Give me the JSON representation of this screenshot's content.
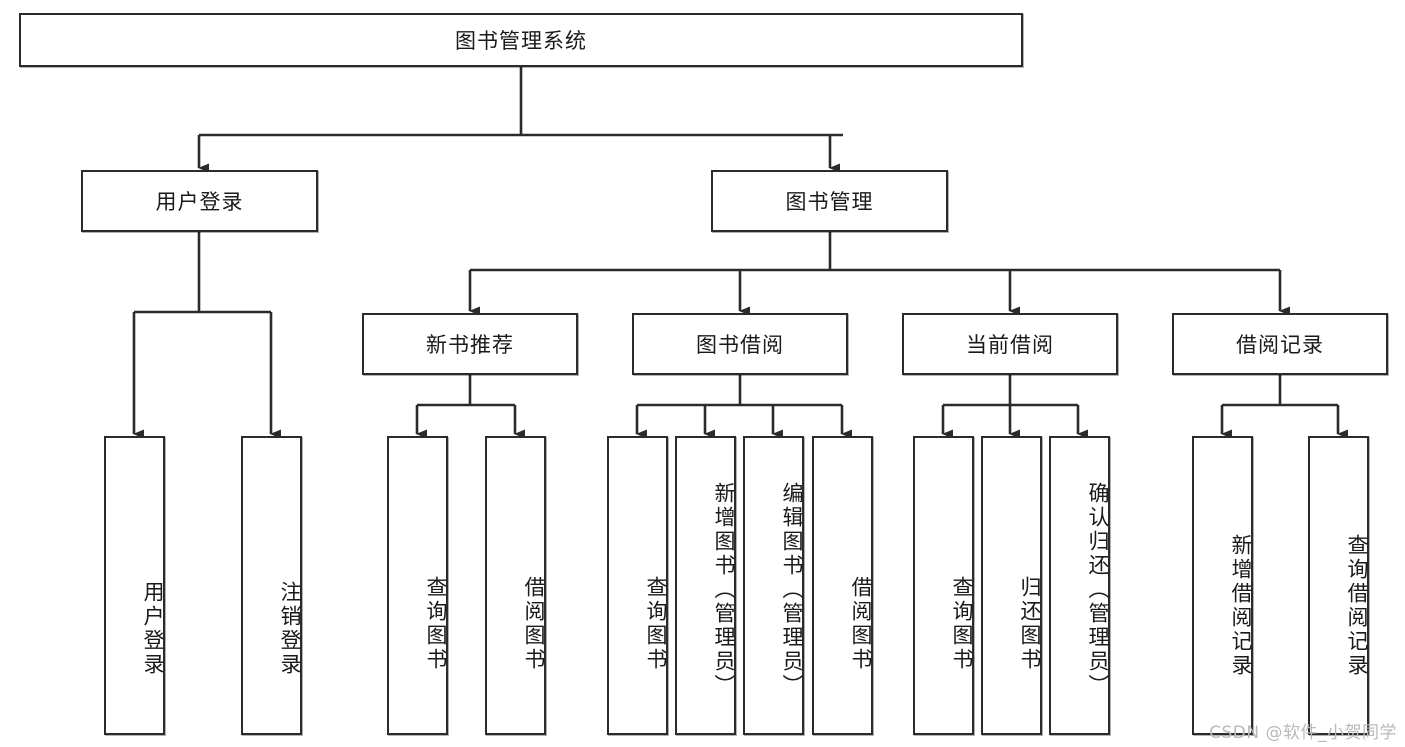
{
  "diagram": {
    "type": "tree",
    "title": "图书管理系统",
    "watermark": "CSDN @软件_小贺同学",
    "colors": {
      "border": "#2b2b2b",
      "background": "#ffffff",
      "text": "#1a1a1a",
      "watermark": "#b9b9b9"
    },
    "nodes": {
      "root": "图书管理系统",
      "user_login": "用户登录",
      "book_manage": "图书管理",
      "new_book_rec": "新书推荐",
      "book_borrow": "图书借阅",
      "current_borrow": "当前借阅",
      "borrow_record": "借阅记录",
      "leaf_user_login": "用户登录",
      "leaf_logout": "注销登录",
      "leaf_query_book_1": "查询图书",
      "leaf_borrow_book_1": "借阅图书",
      "leaf_query_book_2": "查询图书",
      "leaf_add_book": "新增图书（管理员）",
      "leaf_edit_book": "编辑图书（管理员）",
      "leaf_borrow_book_2": "借阅图书",
      "leaf_query_book_3": "查询图书",
      "leaf_return_book": "归还图书",
      "leaf_confirm_return": "确认归还（管理员）",
      "leaf_add_record": "新增借阅记录",
      "leaf_query_record": "查询借阅记录"
    },
    "edges": [
      {
        "from": "root",
        "to": "user_login"
      },
      {
        "from": "root",
        "to": "book_manage"
      },
      {
        "from": "user_login",
        "to": "leaf_user_login"
      },
      {
        "from": "user_login",
        "to": "leaf_logout"
      },
      {
        "from": "book_manage",
        "to": "new_book_rec"
      },
      {
        "from": "book_manage",
        "to": "book_borrow"
      },
      {
        "from": "book_manage",
        "to": "current_borrow"
      },
      {
        "from": "book_manage",
        "to": "borrow_record"
      },
      {
        "from": "new_book_rec",
        "to": "leaf_query_book_1"
      },
      {
        "from": "new_book_rec",
        "to": "leaf_borrow_book_1"
      },
      {
        "from": "book_borrow",
        "to": "leaf_query_book_2"
      },
      {
        "from": "book_borrow",
        "to": "leaf_add_book"
      },
      {
        "from": "book_borrow",
        "to": "leaf_edit_book"
      },
      {
        "from": "book_borrow",
        "to": "leaf_borrow_book_2"
      },
      {
        "from": "current_borrow",
        "to": "leaf_query_book_3"
      },
      {
        "from": "current_borrow",
        "to": "leaf_return_book"
      },
      {
        "from": "current_borrow",
        "to": "leaf_confirm_return"
      },
      {
        "from": "borrow_record",
        "to": "leaf_add_record"
      },
      {
        "from": "borrow_record",
        "to": "leaf_query_record"
      }
    ]
  }
}
